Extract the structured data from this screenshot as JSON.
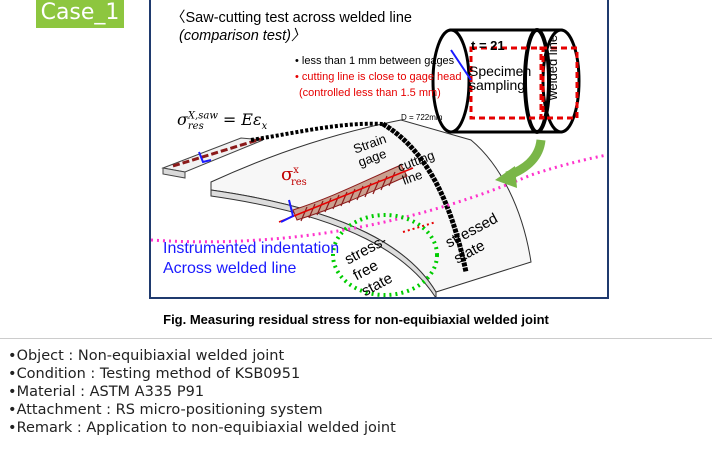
{
  "case_label": "Case_1",
  "test_title": "〈Saw-cutting test across welded line",
  "test_subtitle": "(comparison test)〉",
  "bullets": [
    "less than 1 mm between gages",
    "cutting line is close to gage head",
    "(controlled less than 1.5 mm)"
  ],
  "formula_lhs": "σ",
  "formula_sup": "X,saw",
  "formula_sub": "res",
  "formula_rhs": "= Eε",
  "formula_rhs_sub": "x",
  "pipe_dim": "D = 722mm",
  "t_label": "t = 21",
  "specimen_label": "Specimen sampling",
  "welded_line_label": "welded line",
  "strain_gage_label": "Strain gage",
  "cutting_line_label": "cutting line",
  "sigma_x": "σ",
  "sigma_x_sup": "x",
  "sigma_x_sub": "res",
  "instrumented_label": "Instrumented indentation",
  "across_label": "Across welded line",
  "stress_free_label": "stress-free state",
  "stressed_label": "stressed state",
  "figure_caption": "Fig. Measuring residual stress for non-equibiaxial welded joint",
  "info": [
    "Object : Non-equibiaxial welded joint",
    "Condition : Testing method of KSB0951",
    "Material : ASTM A335 P91",
    "Attachment : RS micro-positioning system",
    "Remark : Application to non-equibiaxial welded joint"
  ],
  "colors": {
    "accent": "#8dc63f",
    "frame": "#1f3a6e",
    "red": "#e60000",
    "blue": "#1a1aff",
    "magenta": "#ff33cc",
    "green": "#00cc00"
  }
}
